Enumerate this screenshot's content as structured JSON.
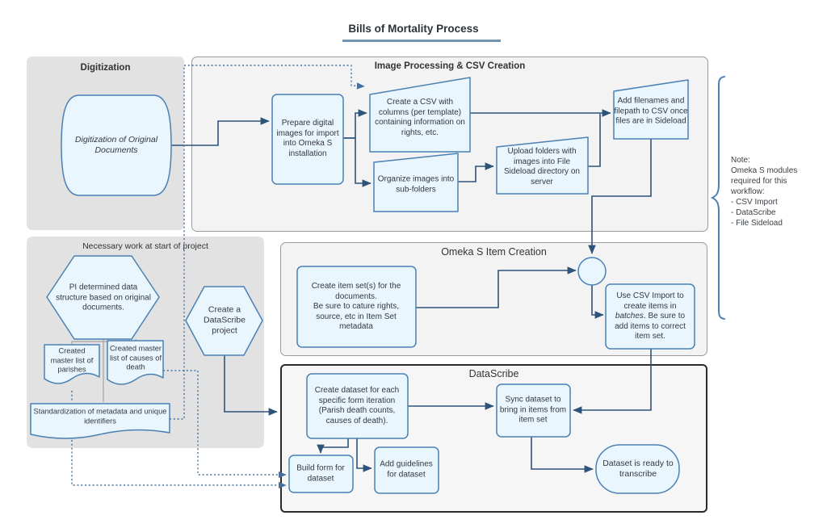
{
  "title": "Bills of Mortality Process",
  "groups": {
    "digitization": {
      "label": "Digitization"
    },
    "image_processing": {
      "label": "Image Processing & CSV Creation"
    },
    "necessary_work": {
      "label": "Necessary work at start of project"
    },
    "omeka_item_creation": {
      "label": "Omeka S Item Creation"
    },
    "datascribe": {
      "label": "DataScribe"
    }
  },
  "nodes": {
    "digitization_doc": "Digitization of Original Documents",
    "prepare": "Prepare digital images for import into Omeka S installation",
    "create_csv": "Create a CSV with columns (per template) containing information on rights, etc.",
    "organize": "Organize images into sub-folders",
    "upload": "Upload folders with images into File Sideload directory on server",
    "add_filenames": "Add filenames and filepath to CSV once files are in Sideload",
    "pi_determined": "PI determined data structure based on original documents.",
    "create_ds_project": "Create a DataScribe project",
    "parishes": "Created master list of parishes",
    "causes": "Created master list of causes of death",
    "standardization": "Standardization of metadata and unique identifiers",
    "create_item_sets": "Create item set(s) for the documents.\nBe sure to cature rights, source, etc in Item Set metadata",
    "use_csv_import": {
      "part1": "Use CSV Import to create items in ",
      "emphasis": "batches",
      "part2": ". Be sure to add items to correct item set."
    },
    "create_dataset": "Create dataset for each specific form iteration (Parish death counts, causes of death).",
    "build_form": "Build form for dataset",
    "add_guidelines": "Add guidelines for dataset",
    "sync_dataset": "Sync dataset to bring in items from item set",
    "dataset_ready": "Dataset is ready to transcribe"
  },
  "note": {
    "lines": [
      "Note:",
      "Omeka S modules",
      "required for this",
      "workflow:",
      "-  CSV Import",
      "- DataScribe",
      "- File Sideload"
    ]
  },
  "colors": {
    "node_fill": "#eaf6fd",
    "node_border": "#4b80b4",
    "connector": "#2e537b",
    "dotted_connector": "#41719f",
    "group_gray": "#e2e2e2",
    "group_light": "#f3f3f3",
    "datascribe_border": "#2b2b2b",
    "title_underline": "#7493b3"
  }
}
